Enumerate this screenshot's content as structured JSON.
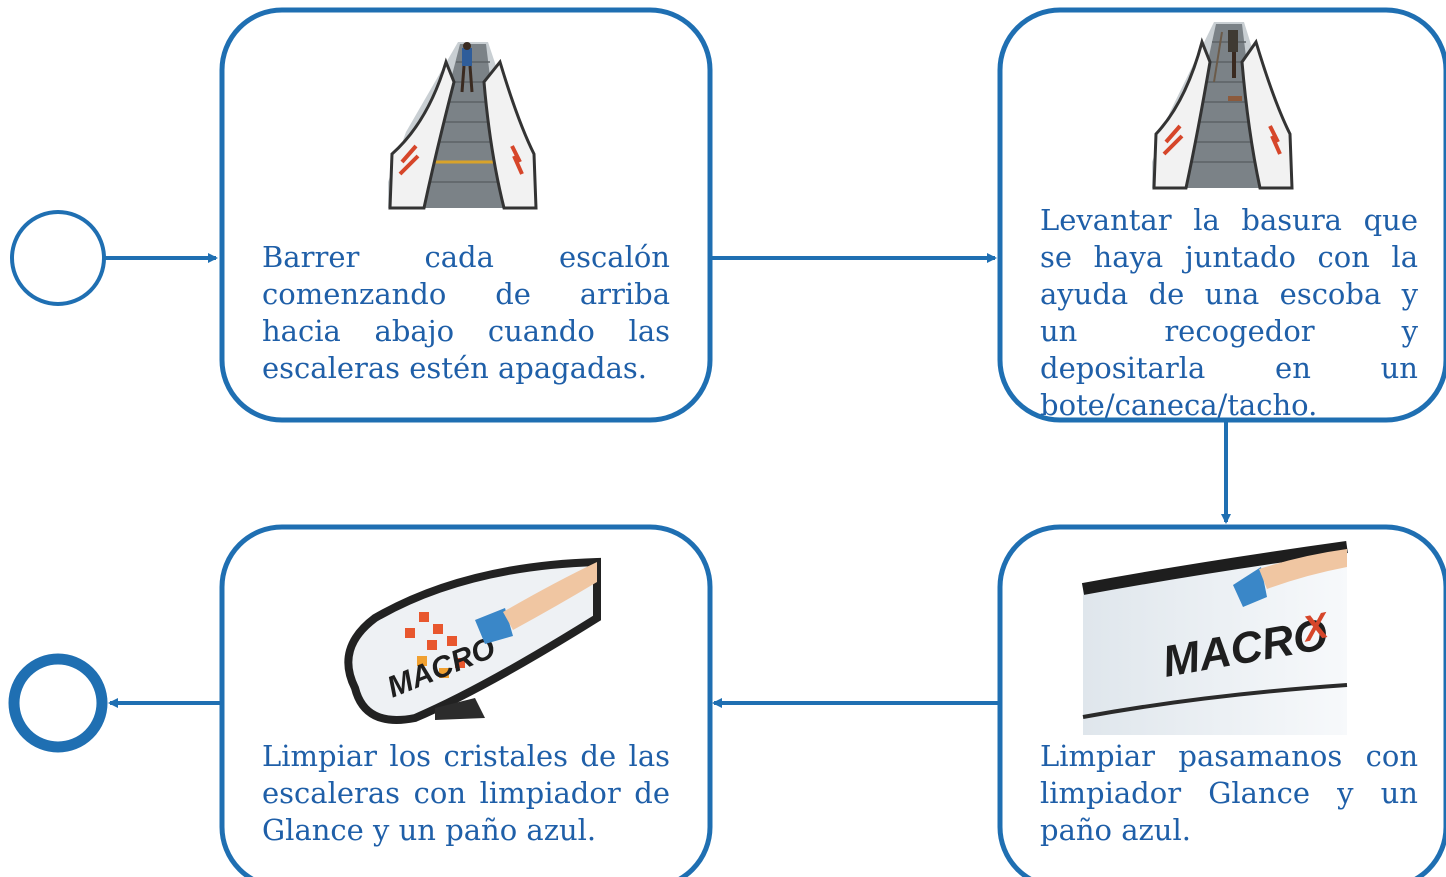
{
  "colors": {
    "accent": "#1f6fb2",
    "text": "#1f5fa8",
    "background": "#ffffff"
  },
  "nodes": {
    "start": {
      "kind": "start-event"
    },
    "end": {
      "kind": "end-event"
    }
  },
  "steps": [
    {
      "id": "step-1",
      "text": "Barrer cada escalón comenzando de arriba hacia abajo cuando las escaleras estén apagadas.",
      "image": "escalator-icon"
    },
    {
      "id": "step-2",
      "text": "Levantar la basura que se haya juntado con la ayuda de una escoba y un recogedor y depositarla en un bote/caneca/tacho.",
      "image": "escalator-icon"
    },
    {
      "id": "step-3",
      "text": "Limpiar pasamanos con limpiador Glance y un paño azul.",
      "image": "handrail-cleaning-icon"
    },
    {
      "id": "step-4",
      "text": "Limpiar los cristales de las escaleras con limpiador de Glance y un paño azul.",
      "image": "glass-panel-cleaning-icon"
    }
  ]
}
